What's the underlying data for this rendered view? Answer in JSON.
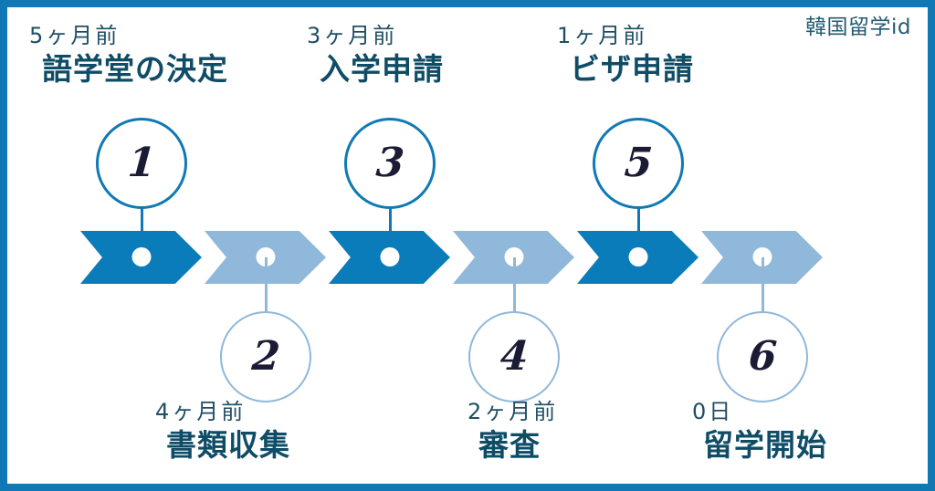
{
  "brand": {
    "logo_text": "韓国留学id"
  },
  "colors": {
    "frame": "#1079B5",
    "chevron_dark": "#0B7CBA",
    "chevron_light": "#8FB8DA",
    "number_text": "#1B1B35",
    "caption_time": "#1F4E63",
    "caption_title": "#0F4C66",
    "background": "#FFFFFF"
  },
  "timeline": {
    "steps": [
      {
        "number": "1",
        "time": "5ヶ月前",
        "title": "語学堂の決定",
        "tone": "dark",
        "position": "top"
      },
      {
        "number": "2",
        "time": "4ヶ月前",
        "title": "書類収集",
        "tone": "light",
        "position": "bottom"
      },
      {
        "number": "3",
        "time": "3ヶ月前",
        "title": "入学申請",
        "tone": "dark",
        "position": "top"
      },
      {
        "number": "4",
        "time": "2ヶ月前",
        "title": "審査",
        "tone": "light",
        "position": "bottom"
      },
      {
        "number": "5",
        "time": "1ヶ月前",
        "title": "ビザ申請",
        "tone": "dark",
        "position": "top"
      },
      {
        "number": "6",
        "time": "0日",
        "title": "留学開始",
        "tone": "light",
        "position": "bottom"
      }
    ]
  }
}
